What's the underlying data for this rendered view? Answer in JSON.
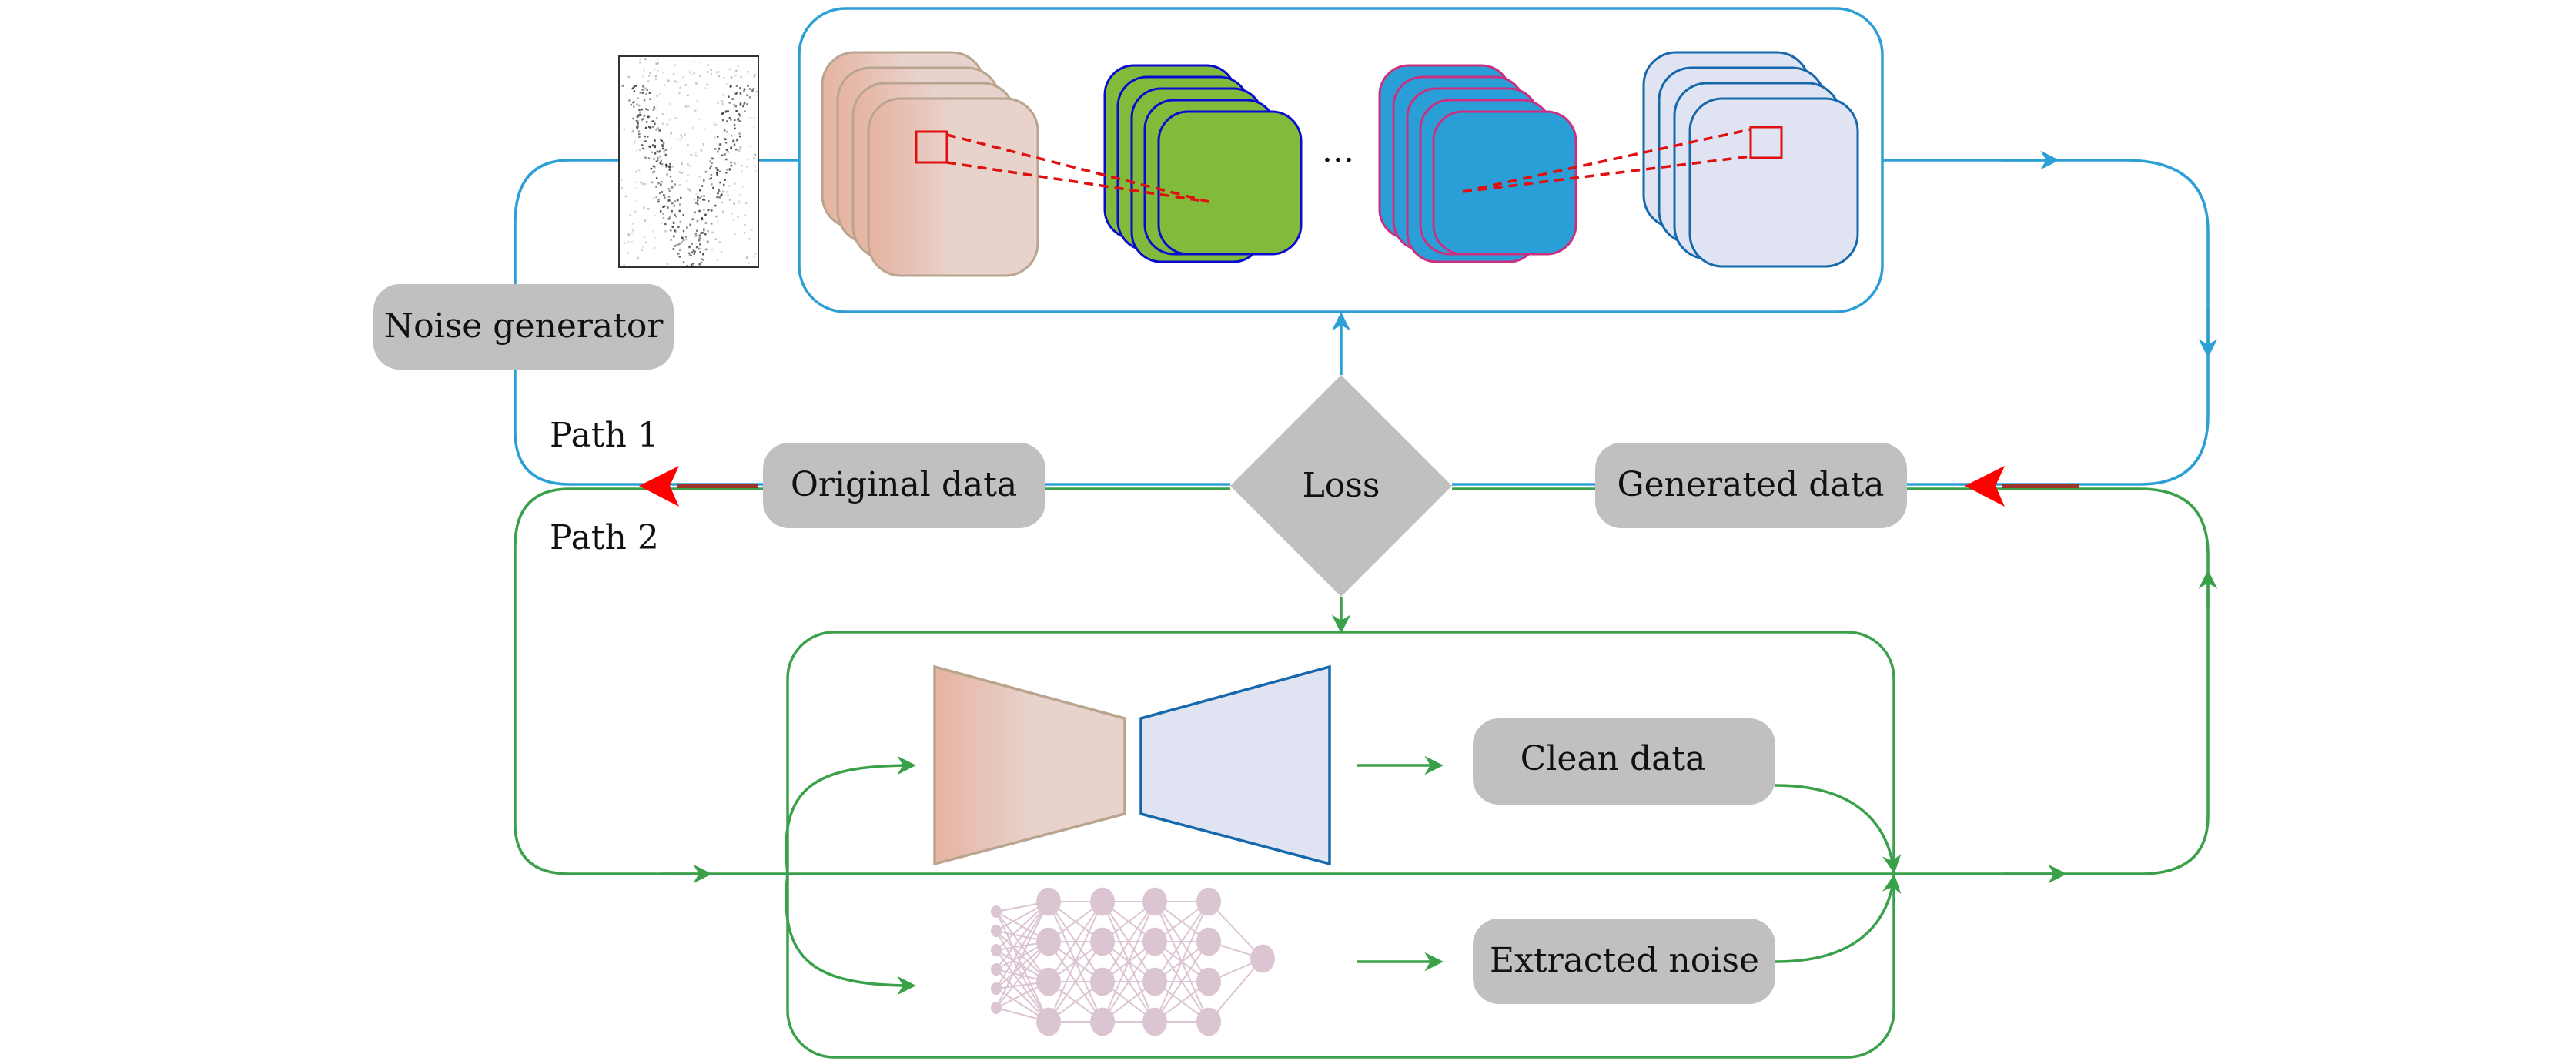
{
  "title": "Noise generation and denoising training pipeline",
  "colors": {
    "path1": "#2b9fd6",
    "path2": "#3aa14a",
    "node_fill": "#c0c0c0",
    "arrow_red": "#ff0000",
    "encoder_fill_start": "#e6b3a0",
    "encoder_fill_end": "#e8d2cc",
    "encoder_stroke": "#b9a58f",
    "decoder_fill": "#e0e4f2",
    "decoder_stroke": "#1668ad",
    "fmap_green": "#82ba3c",
    "fmap_green_stroke": "#0a0ad0",
    "fmap_blue": "#2a9fd7",
    "fmap_blue_stroke": "#cc2f7f",
    "nn_color": "#dcc5d2"
  },
  "nodes": {
    "noise_generator": "Noise generator",
    "original_data": "Original data",
    "loss": "Loss",
    "generated_data": "Generated data",
    "clean_data": "Clean data",
    "extracted_noise": "Extracted noise"
  },
  "paths": {
    "path1": "Path 1",
    "path2": "Path 2"
  },
  "generator_block": {
    "ellipsis": "...",
    "feature_map_groups": [
      "input",
      "conv-green",
      "conv-blue",
      "output"
    ]
  },
  "denoiser_block": {
    "branches": [
      "encoder-decoder",
      "neural-network"
    ]
  }
}
